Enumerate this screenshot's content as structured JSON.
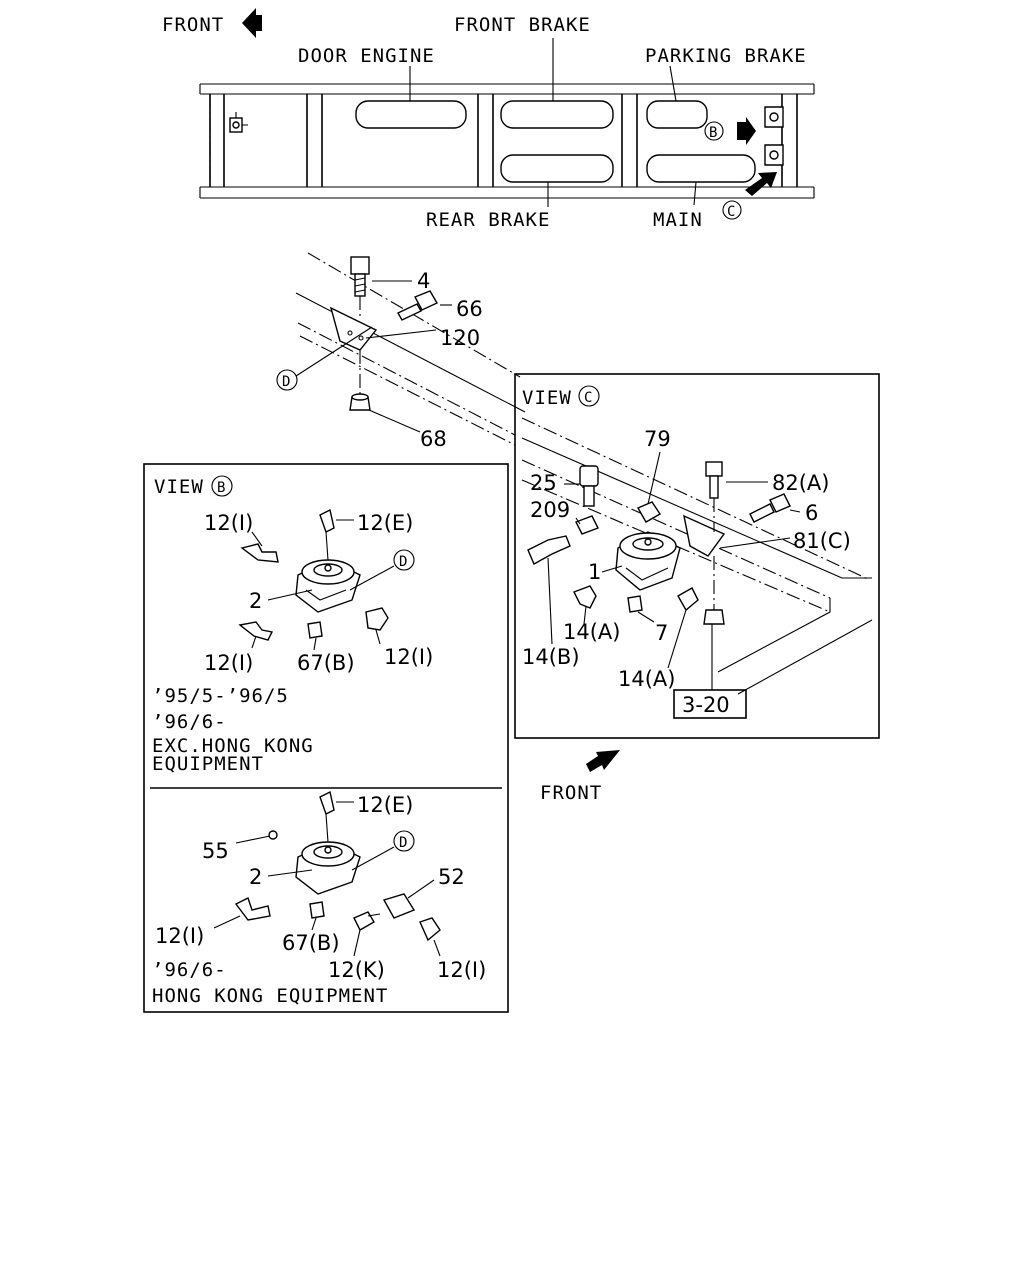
{
  "top": {
    "front": "FRONT",
    "door_engine": "DOOR ENGINE",
    "front_brake": "FRONT BRAKE",
    "parking_brake": "PARKING BRAKE",
    "rear_brake": "REAR BRAKE",
    "main": "MAIN",
    "mark_b": "B",
    "mark_c": "C"
  },
  "bracket": {
    "c4": "4",
    "c66": "66",
    "c120": "120",
    "c68": "68",
    "mark_d": "D"
  },
  "view_b": {
    "title": "VIEW",
    "mark": "B",
    "upper": {
      "c12i_a": "12(I)",
      "c12e": "12(E)",
      "c2": "2",
      "mark_d": "D",
      "c12i_b": "12(I)",
      "c67b": "67(B)",
      "c12i_c": "12(I)",
      "note1": "’95/5-’96/5",
      "note2": "’96/6-",
      "note3": "EXC.HONG KONG",
      "note4": "EQUIPMENT"
    },
    "lower": {
      "c12e": "12(E)",
      "c55": "55",
      "mark_d": "D",
      "c2": "2",
      "c52": "52",
      "c12i_a": "12(I)",
      "c67b": "67(B)",
      "c12k": "12(K)",
      "c12i_b": "12(I)",
      "note1": "’96/6-",
      "note2": "HONG KONG EQUIPMENT"
    }
  },
  "view_c": {
    "title": "VIEW",
    "mark": "C",
    "c79": "79",
    "c25": "25",
    "c82a": "82(A)",
    "c209": "209",
    "c6": "6",
    "c81c": "81(C)",
    "c1": "1",
    "c14a_a": "14(A)",
    "c7": "7",
    "c14b": "14(B)",
    "c14a_b": "14(A)",
    "ref": "3-20"
  },
  "front_lower": "FRONT"
}
